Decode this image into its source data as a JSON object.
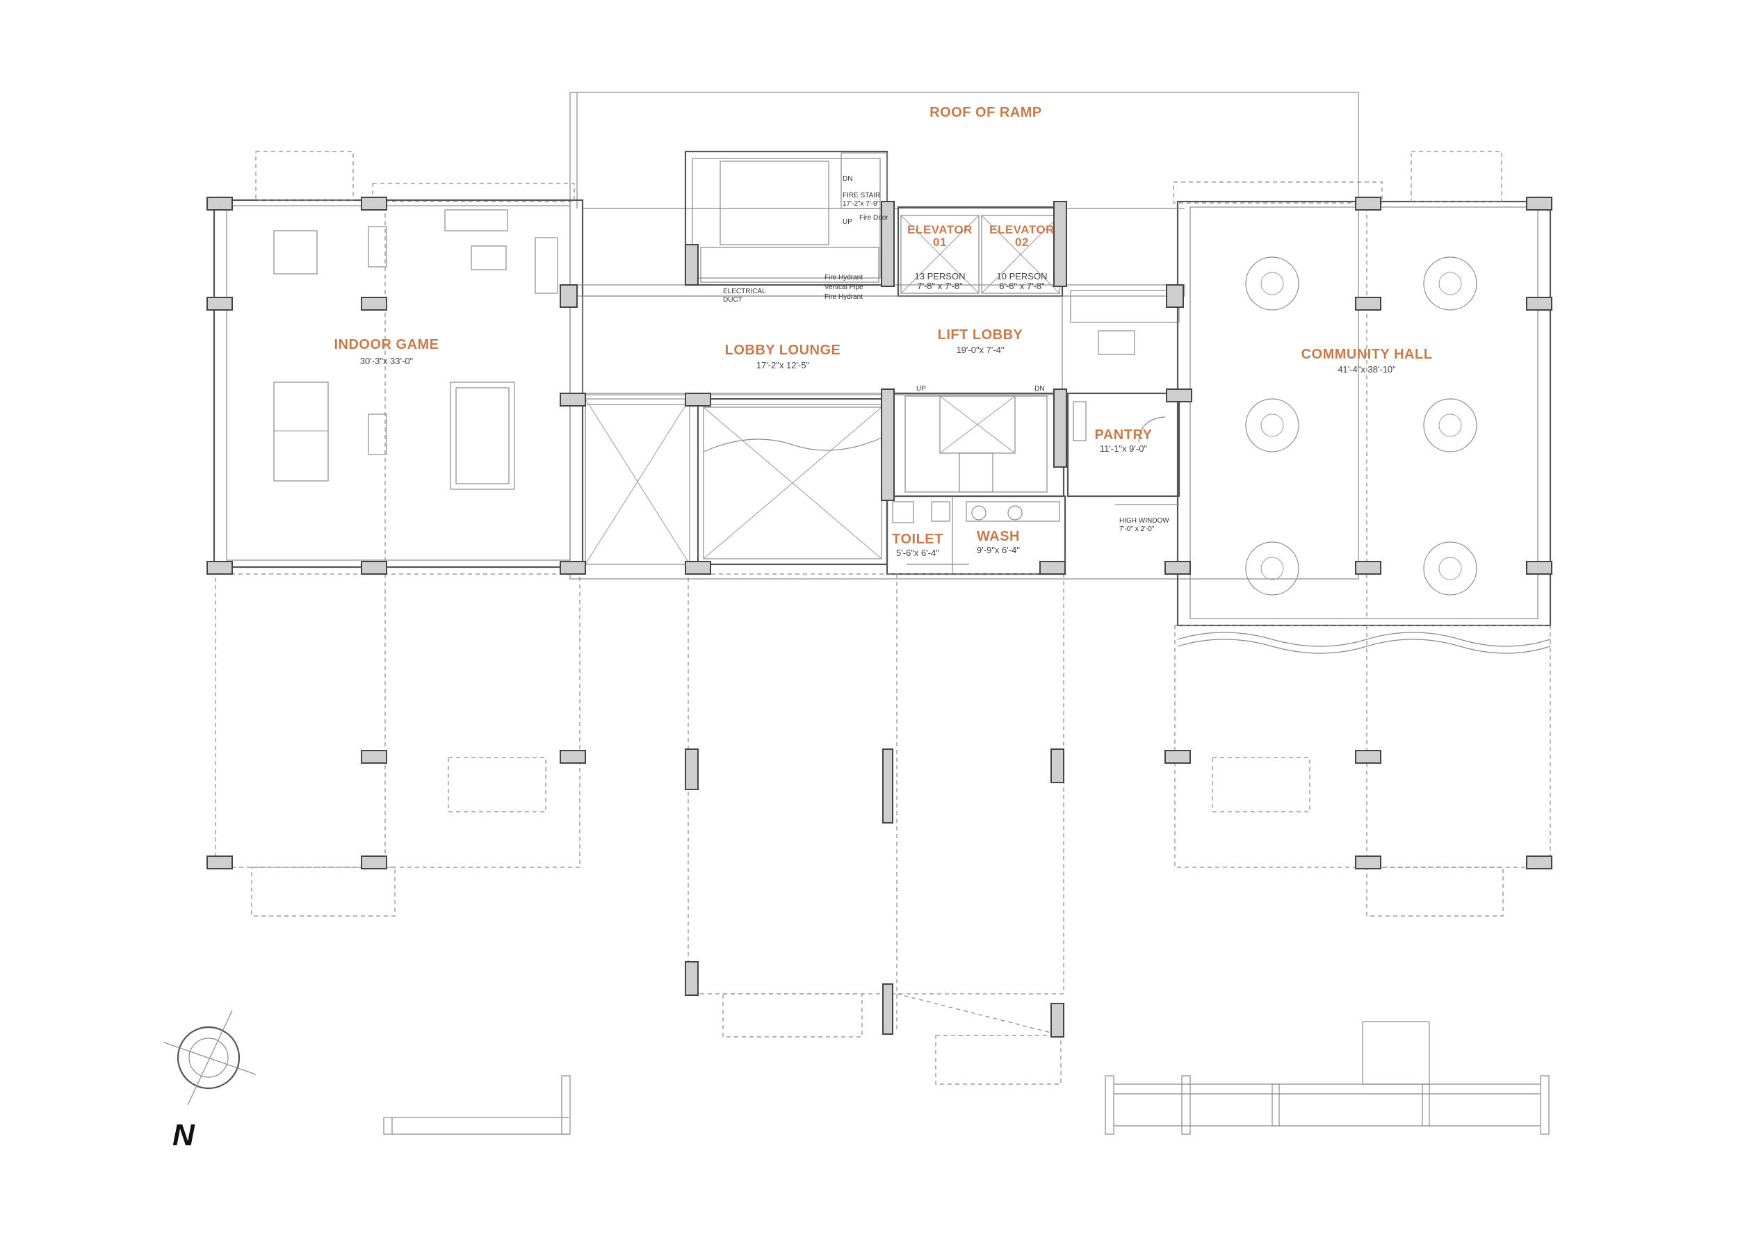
{
  "labels": {
    "roof_of_ramp": "ROOF OF RAMP",
    "north": "N"
  },
  "rooms": {
    "indoor_game": {
      "name": "INDOOR GAME",
      "dim": "30'-3\"x 33'-0\""
    },
    "lobby_lounge": {
      "name": "LOBBY LOUNGE",
      "dim": "17'-2\"x 12'-5\""
    },
    "lift_lobby": {
      "name": "LIFT LOBBY",
      "dim": "19'-0\"x 7'-4\""
    },
    "community_hall": {
      "name": "COMMUNITY HALL",
      "dim": "41'-4\"x 38'-10\""
    },
    "pantry": {
      "name": "PANTRY",
      "dim": "11'-1\"x 9'-0\""
    },
    "toilet": {
      "name": "TOILET",
      "dim": "5'-6\"x 6'-4\""
    },
    "wash": {
      "name": "WASH",
      "dim": "9'-9\"x 6'-4\""
    },
    "elevator_01": {
      "name_line1": "ELEVATOR",
      "name_line2": "01",
      "cap": "13 PERSON",
      "dim": "7'-8\" x 7'-8\""
    },
    "elevator_02": {
      "name_line1": "ELEVATOR",
      "name_line2": "02",
      "cap": "10 PERSON",
      "dim": "6'-6\" x 7'-8\""
    }
  },
  "notes": {
    "fire_stair": "FIRE STAIR",
    "fire_stair_dim": "17'-2\"x 7'-9\"",
    "fire_door": "Fire Door",
    "dn": "DN",
    "up": "UP",
    "fire_hydrant": "Fire Hydrant",
    "vertical_pipe": "Vertical Pipe",
    "fire_hydrant_2": "Fire Hydrant",
    "electrical": "ELECTRICAL",
    "duct": "DUCT",
    "stair_up": "UP",
    "stair_dn": "DN",
    "high_window": "HIGH WINDOW",
    "high_window_dim": "7'-0\" x 2'-0\""
  },
  "colors": {
    "room_label": "#c87a4b",
    "wall": "#555555",
    "column_fill": "#cfcfcf"
  }
}
